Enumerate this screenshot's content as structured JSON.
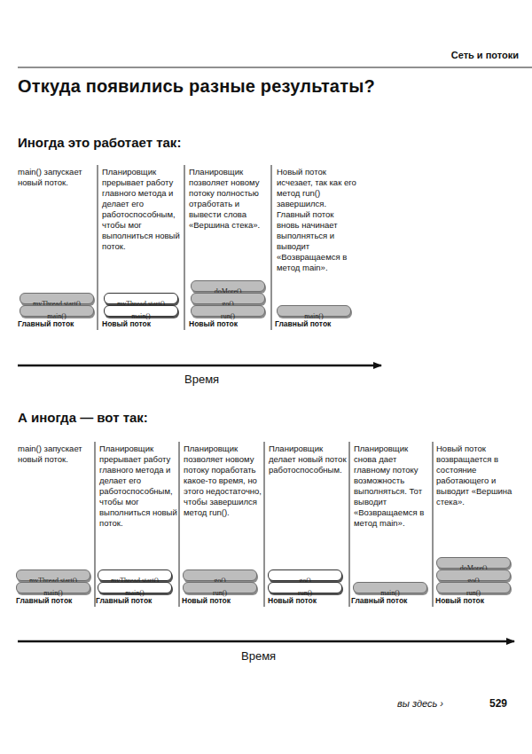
{
  "diagram": {
    "title": "Откуда появились разные результаты?",
    "nodes": [
      {
        "text": [
          "myThread.start()"
        ]
      },
      {
        "text": [
          "main()"
        ]
      },
      {
        "text": [
          "myThread.start()"
        ]
      },
      {
        "text": [
          "main()"
        ]
      },
      {
        "text": [
          "doMore()"
        ]
      },
      {
        "text": [
          "go()"
        ]
      },
      {
        "text": [
          "run()"
        ]
      },
      {
        "text": [
          "main()"
        ]
      },
      {
        "text": [
          "myThread.start()"
        ]
      },
      {
        "text": [
          "main()"
        ]
      },
      {
        "text": [
          "myThread.start()"
        ]
      },
      {
        "text": [
          "main()"
        ]
      },
      {
        "text": [
          "go()"
        ]
      },
      {
        "text": [
          "run()"
        ]
      },
      {
        "text": [
          "go()"
        ]
      },
      {
        "text": [
          "run()"
        ]
      },
      {
        "text": [
          "main()"
        ]
      },
      {
        "text": [
          "doMore()"
        ]
      },
      {
        "text": [
          "go()"
        ]
      },
      {
        "text": [
          "run()"
        ]
      }
    ],
    "labels": [
      "Сеть и потоки",
      "Иногда это работает так:",
      "main() запускает новый поток.",
      "Планировщик прерывает работу главного метода и делает его работоспособным, чтобы мог выполниться новый поток.",
      "Планировщик позволяет новому потоку полностью отработать и вывести слова «Вершина стека».",
      "Новый поток исчезает, так как его метод run() завершился. Главный поток вновь начинает выполняться и выводит «Возвращаемся в метод main».",
      "Главный поток",
      "Новый поток",
      "Новый поток",
      "Главный поток",
      "Время",
      "А иногда — вот так:",
      "main() запускает новый поток.",
      "Планировщик прерывает работу главного метода и делает его работоспособным, чтобы мог выполниться новый поток.",
      "Планировщик позволяет новому потоку поработать какое-то время, но этого недостаточно, чтобы завершился метод run().",
      "Планировщик делает новый поток работоспособным.",
      "Планировщик снова дает главному потоку возможность выполняться. Тот выводит «Возвращаемся в метод main».",
      "Новый поток возвращается в состояние работающего и выводит «Вершина стека».",
      "Главный поток",
      "Главный поток",
      "Новый поток",
      "Новый поток",
      "Главный поток",
      "Новый поток",
      "Время",
      "вы здесь ›",
      "529"
    ]
  }
}
